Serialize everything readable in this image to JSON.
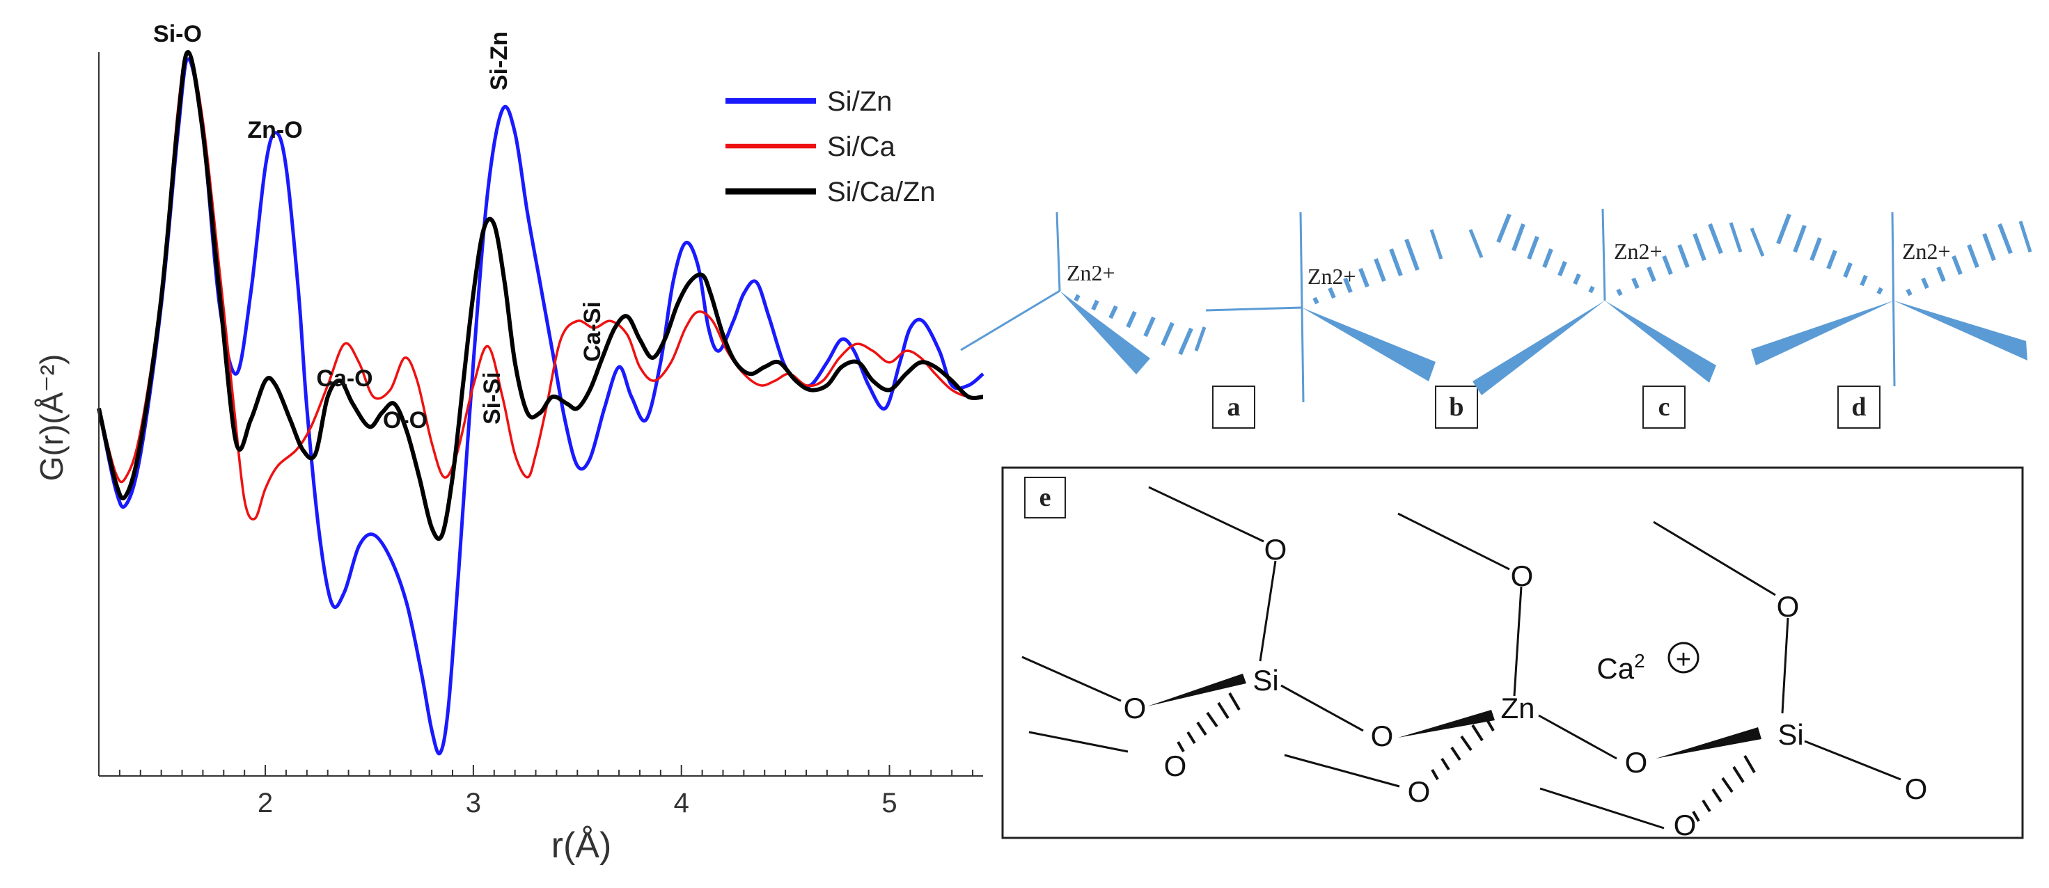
{
  "chart_data": {
    "type": "line",
    "xlabel": "r(Å)",
    "ylabel": "G(r)(Å⁻²)",
    "xlim": [
      1.2,
      5.45
    ],
    "ylim": [
      -1.6,
      1.55
    ],
    "xticks": [
      2,
      3,
      4,
      5
    ],
    "grid": false,
    "legend_position": "top-right",
    "peak_labels": [
      "Si-O",
      "Zn-O",
      "Ca-O",
      "O-O",
      "Si-Si",
      "Si-Zn",
      "Ca-Si"
    ],
    "series": [
      {
        "name": "Si/Zn",
        "color": "#1a1aff",
        "x": [
          1.2,
          1.28,
          1.33,
          1.4,
          1.5,
          1.58,
          1.63,
          1.7,
          1.78,
          1.86,
          1.93,
          2.0,
          2.05,
          2.1,
          2.16,
          2.2,
          2.26,
          2.32,
          2.38,
          2.45,
          2.52,
          2.6,
          2.68,
          2.75,
          2.8,
          2.84,
          2.88,
          2.93,
          3.0,
          3.07,
          3.14,
          3.2,
          3.26,
          3.32,
          3.38,
          3.44,
          3.5,
          3.56,
          3.63,
          3.7,
          3.76,
          3.83,
          3.9,
          3.96,
          4.02,
          4.08,
          4.13,
          4.18,
          4.25,
          4.3,
          4.36,
          4.42,
          4.49,
          4.55,
          4.62,
          4.7,
          4.77,
          4.83,
          4.9,
          4.98,
          5.05,
          5.1,
          5.16,
          5.24,
          5.3,
          5.38,
          5.45
        ],
        "y": [
          0.0,
          -0.35,
          -0.42,
          -0.2,
          0.45,
          1.2,
          1.52,
          1.2,
          0.45,
          0.15,
          0.5,
          1.05,
          1.2,
          1.05,
          0.5,
          0.0,
          -0.55,
          -0.85,
          -0.8,
          -0.6,
          -0.55,
          -0.65,
          -0.85,
          -1.15,
          -1.4,
          -1.5,
          -1.3,
          -0.7,
          0.2,
          0.95,
          1.3,
          1.2,
          0.85,
          0.55,
          0.25,
          -0.05,
          -0.25,
          -0.22,
          0.0,
          0.18,
          0.05,
          -0.05,
          0.2,
          0.55,
          0.72,
          0.62,
          0.35,
          0.25,
          0.38,
          0.5,
          0.55,
          0.4,
          0.2,
          0.12,
          0.1,
          0.2,
          0.3,
          0.25,
          0.1,
          0.0,
          0.2,
          0.35,
          0.38,
          0.25,
          0.1,
          0.1,
          0.15
        ]
      },
      {
        "name": "Si/Ca",
        "color": "#ee1111",
        "x": [
          1.2,
          1.28,
          1.33,
          1.4,
          1.5,
          1.58,
          1.63,
          1.7,
          1.78,
          1.85,
          1.9,
          1.95,
          2.0,
          2.06,
          2.15,
          2.22,
          2.3,
          2.38,
          2.45,
          2.52,
          2.6,
          2.67,
          2.73,
          2.8,
          2.86,
          2.92,
          3.0,
          3.07,
          3.14,
          3.2,
          3.26,
          3.3,
          3.35,
          3.42,
          3.5,
          3.58,
          3.66,
          3.74,
          3.8,
          3.87,
          3.95,
          4.02,
          4.08,
          4.15,
          4.22,
          4.3,
          4.38,
          4.45,
          4.52,
          4.6,
          4.68,
          4.76,
          4.84,
          4.92,
          5.0,
          5.08,
          5.15,
          5.22,
          5.3,
          5.38,
          5.45
        ],
        "y": [
          0.0,
          -0.28,
          -0.3,
          -0.1,
          0.5,
          1.3,
          1.55,
          1.25,
          0.6,
          0.0,
          -0.4,
          -0.48,
          -0.35,
          -0.25,
          -0.18,
          -0.08,
          0.1,
          0.28,
          0.2,
          0.05,
          0.08,
          0.22,
          0.12,
          -0.15,
          -0.3,
          -0.2,
          0.1,
          0.27,
          0.05,
          -0.2,
          -0.3,
          -0.2,
          0.0,
          0.3,
          0.38,
          0.35,
          0.38,
          0.32,
          0.18,
          0.12,
          0.2,
          0.35,
          0.42,
          0.38,
          0.25,
          0.15,
          0.1,
          0.12,
          0.15,
          0.1,
          0.12,
          0.22,
          0.28,
          0.25,
          0.2,
          0.25,
          0.22,
          0.15,
          0.08,
          0.05,
          0.05
        ]
      },
      {
        "name": "Si/Ca/Zn",
        "color": "#000000",
        "x": [
          1.2,
          1.28,
          1.33,
          1.4,
          1.5,
          1.58,
          1.63,
          1.7,
          1.78,
          1.86,
          1.93,
          2.0,
          2.05,
          2.12,
          2.18,
          2.24,
          2.3,
          2.36,
          2.42,
          2.5,
          2.56,
          2.62,
          2.68,
          2.74,
          2.8,
          2.85,
          2.9,
          2.95,
          3.0,
          3.05,
          3.1,
          3.15,
          3.2,
          3.26,
          3.32,
          3.38,
          3.45,
          3.5,
          3.56,
          3.62,
          3.68,
          3.74,
          3.8,
          3.86,
          3.92,
          3.98,
          4.04,
          4.1,
          4.14,
          4.2,
          4.26,
          4.33,
          4.4,
          4.47,
          4.55,
          4.62,
          4.7,
          4.77,
          4.85,
          4.92,
          5.0,
          5.08,
          5.15,
          5.22,
          5.3,
          5.38,
          5.45
        ],
        "y": [
          0.0,
          -0.32,
          -0.38,
          -0.15,
          0.48,
          1.25,
          1.55,
          1.2,
          0.5,
          -0.15,
          -0.05,
          0.12,
          0.1,
          -0.05,
          -0.18,
          -0.2,
          0.05,
          0.12,
          0.02,
          -0.08,
          -0.02,
          0.02,
          -0.1,
          -0.3,
          -0.52,
          -0.55,
          -0.3,
          0.1,
          0.5,
          0.78,
          0.8,
          0.55,
          0.2,
          -0.02,
          -0.02,
          0.05,
          0.02,
          0.0,
          0.08,
          0.22,
          0.35,
          0.4,
          0.3,
          0.22,
          0.3,
          0.45,
          0.55,
          0.58,
          0.5,
          0.32,
          0.2,
          0.15,
          0.18,
          0.2,
          0.12,
          0.08,
          0.1,
          0.18,
          0.2,
          0.12,
          0.08,
          0.15,
          0.2,
          0.18,
          0.12,
          0.05,
          0.05
        ]
      }
    ]
  },
  "coordination_panels": [
    {
      "label": "a",
      "ion": "Zn2+"
    },
    {
      "label": "b",
      "ion": "Zn2+"
    },
    {
      "label": "c",
      "ion": "Zn2+"
    },
    {
      "label": "d",
      "ion": "Zn2+"
    }
  ],
  "structure_panel": {
    "label": "e",
    "atoms": {
      "oxygen": "O",
      "silicon": "Si",
      "zinc": "Zn",
      "calcium": "Ca",
      "ca_charge": "2"
    },
    "charge_symbol": "+"
  }
}
